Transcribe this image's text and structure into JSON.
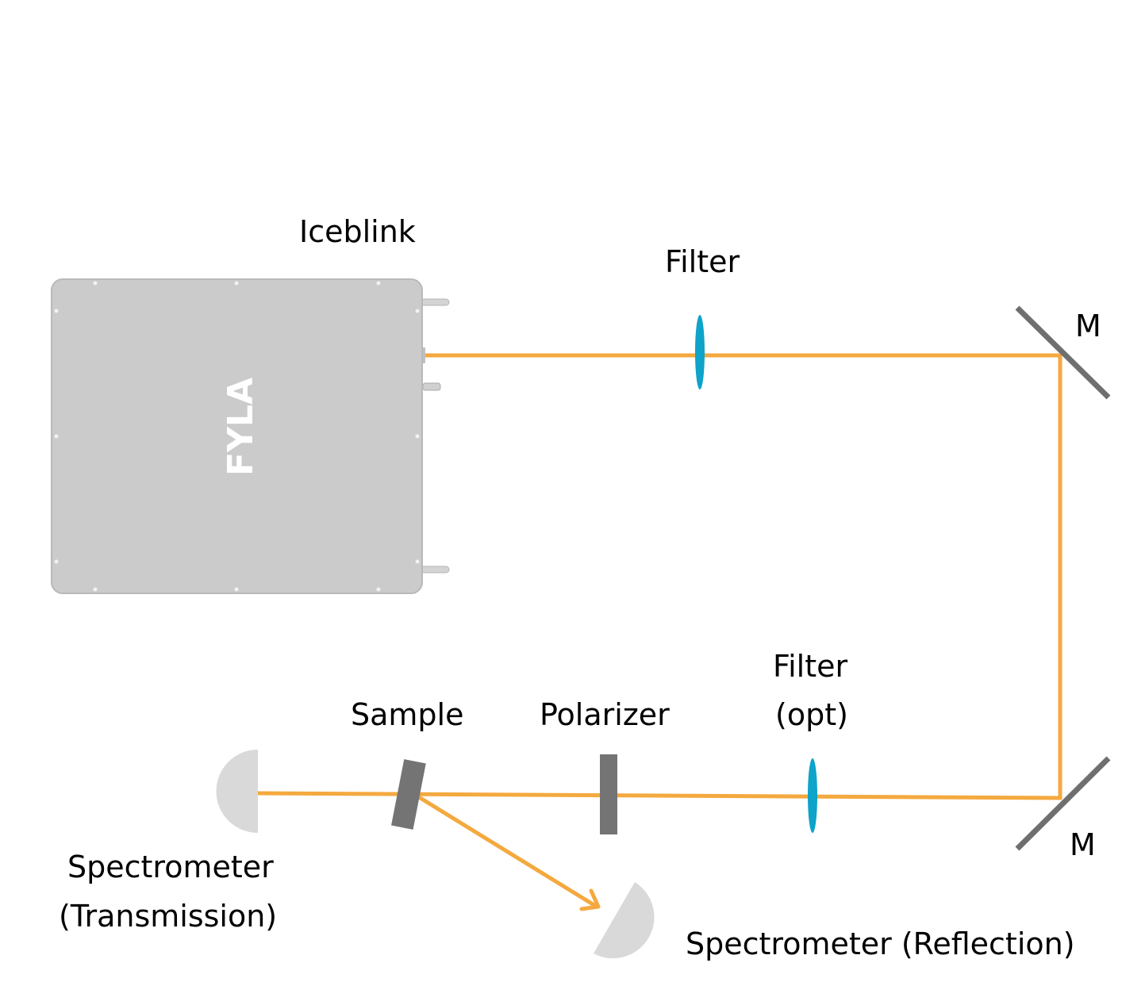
{
  "colors": {
    "beam": "#f4a93f",
    "filter": "#0ea3c9",
    "mirror": "#6f6f6f",
    "optic_dark": "#747474",
    "spectrometer": "#d9d9d9",
    "device_body": "#cbcbcb"
  },
  "device": {
    "label": "Iceblink",
    "logo_text": "FYLA"
  },
  "labels": {
    "filter_top": "Filter",
    "mirror_top": "M",
    "mirror_bottom": "M",
    "filter_opt_line1": "Filter",
    "filter_opt_line2": "(opt)",
    "polarizer": "Polarizer",
    "sample": "Sample",
    "spectrometer_transmission_line1": "Spectrometer",
    "spectrometer_transmission_line2": "(Transmission)",
    "spectrometer_reflection": "Spectrometer (Reflection)"
  }
}
